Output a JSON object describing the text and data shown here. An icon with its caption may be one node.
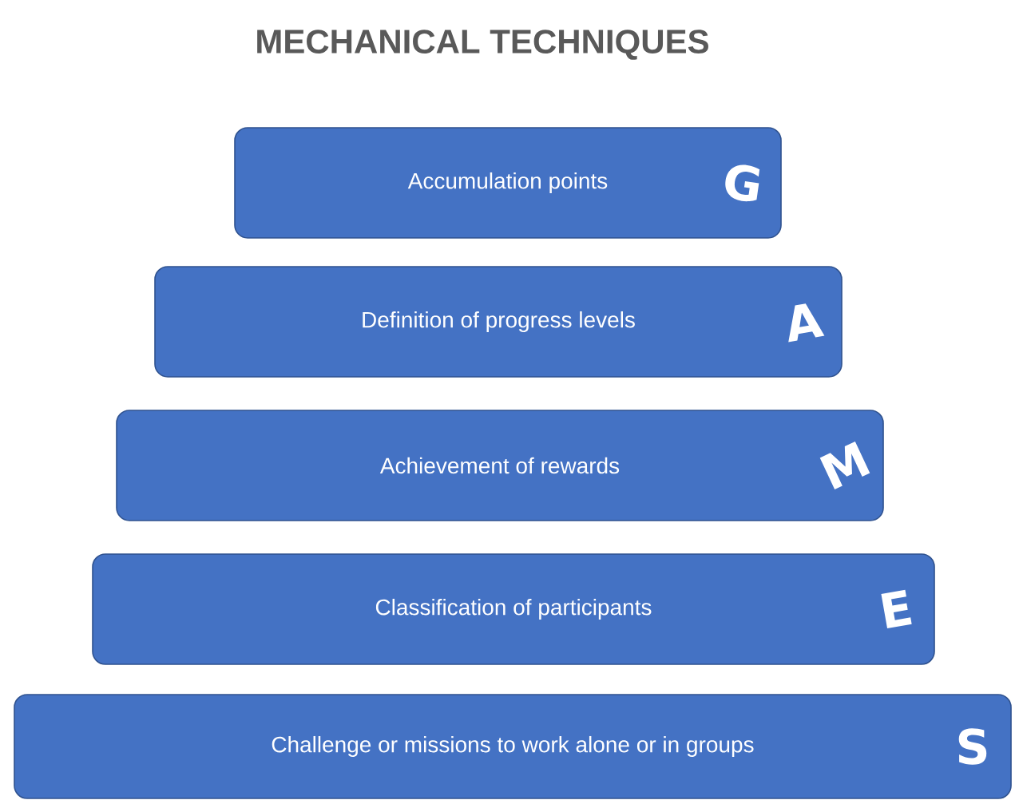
{
  "diagram": {
    "title": "MECHANICAL TECHNIQUES",
    "nodes": [
      {
        "text": [
          "Accumulation points",
          "G"
        ]
      },
      {
        "text": [
          "Definition of progress levels",
          "A"
        ]
      },
      {
        "text": [
          "Achievement of rewards",
          "M"
        ]
      },
      {
        "text": [
          "Classification of participants",
          "E"
        ]
      },
      {
        "text": [
          "Challenge or missions to work alone or in groups",
          "S"
        ]
      }
    ]
  }
}
